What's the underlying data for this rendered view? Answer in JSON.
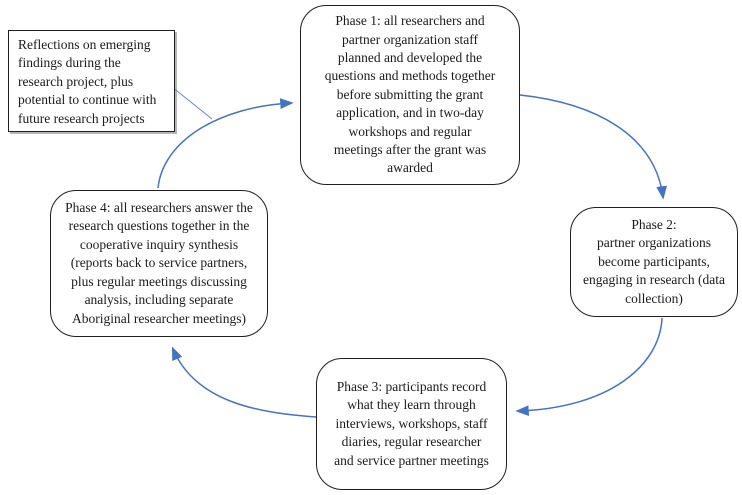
{
  "diagram": {
    "background": "#ffffff",
    "colors": {
      "arrow": "#4472C4",
      "callout_line": "#6688cc",
      "box_border": "#1f1f1f",
      "text": "#1a1a1a"
    },
    "nodes": {
      "reflection": {
        "shape": "rectangle",
        "text": "Reflections on emerging\nfindings during the\nresearch project, plus\npotential to continue with\nfuture research projects"
      },
      "phase1": {
        "shape": "rounded-rectangle",
        "text": "Phase 1: all researchers and\npartner organization staff\nplanned and developed the\nquestions and methods together\nbefore submitting the grant\napplication, and in two-day\nworkshops and regular\nmeetings after the grant was\nawarded"
      },
      "phase2": {
        "shape": "rounded-rectangle",
        "text": "Phase 2:\npartner organizations\nbecome participants,\nengaging in research (data\ncollection)"
      },
      "phase3": {
        "shape": "rounded-rectangle",
        "text": "Phase 3: participants record\nwhat they learn through\ninterviews, workshops, staff\ndiaries, regular researcher\nand service partner meetings"
      },
      "phase4": {
        "shape": "rounded-rectangle",
        "text": "Phase 4: all researchers answer the\nresearch questions together in the\ncooperative inquiry synthesis\n(reports back to service partners,\nplus regular meetings discussing\nanalysis, including separate\nAboriginal researcher meetings)"
      }
    },
    "edges": [
      {
        "from": "phase1",
        "to": "phase2",
        "type": "arrow"
      },
      {
        "from": "phase2",
        "to": "phase3",
        "type": "arrow"
      },
      {
        "from": "phase3",
        "to": "phase4",
        "type": "arrow"
      },
      {
        "from": "phase4",
        "to": "phase1",
        "type": "arrow"
      },
      {
        "from": "reflection",
        "to": "phase4-phase1-arrow",
        "type": "plain-line"
      }
    ]
  }
}
